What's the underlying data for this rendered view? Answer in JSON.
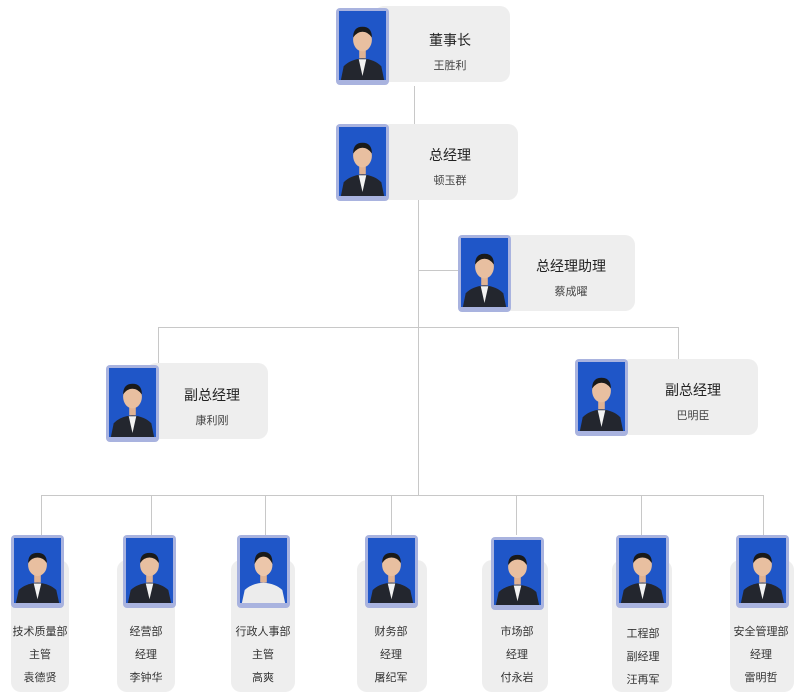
{
  "top": [
    {
      "title": "董事长",
      "name": "王胜利"
    },
    {
      "title": "总经理",
      "name": "顿玉群"
    },
    {
      "title": "总经理助理",
      "name": "蔡成曜"
    },
    {
      "title": "副总经理",
      "name": "康利刚"
    },
    {
      "title": "副总经理",
      "name": "巴明臣"
    }
  ],
  "departments": [
    {
      "dept": "技术质量部",
      "role": "主管",
      "name": "袁德贤"
    },
    {
      "dept": "经营部",
      "role": "经理",
      "name": "李钟华"
    },
    {
      "dept": "行政人事部",
      "role": "主管",
      "name": "高爽"
    },
    {
      "dept": "财务部",
      "role": "经理",
      "name": "屠纪军"
    },
    {
      "dept": "市场部",
      "role": "经理",
      "name": "付永岩"
    },
    {
      "dept": "工程部",
      "role": "副经理",
      "name": "汪再军"
    },
    {
      "dept": "安全管理部",
      "role": "经理",
      "name": "雷明哲"
    }
  ],
  "colors": {
    "photo_frame": "#a9b3df",
    "photo_bg": "#1f56c8",
    "card_bg": "#eeeeee",
    "connector": "#c8c8c8"
  }
}
